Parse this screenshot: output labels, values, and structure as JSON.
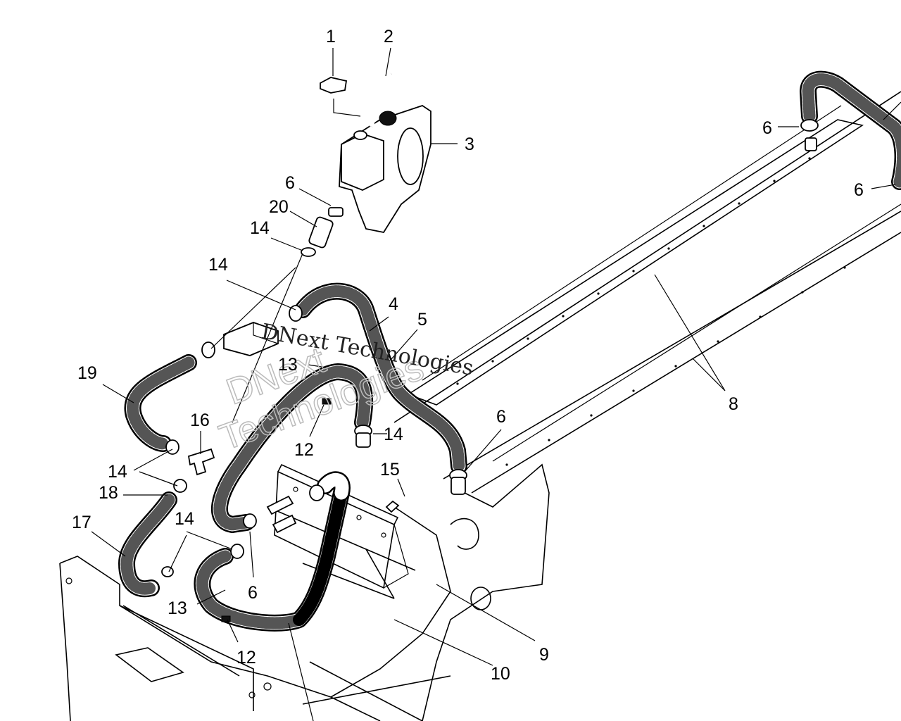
{
  "callouts": [
    {
      "id": "c1",
      "text": "1"
    },
    {
      "id": "c2",
      "text": "2"
    },
    {
      "id": "c3",
      "text": "3"
    },
    {
      "id": "c6a",
      "text": "6"
    },
    {
      "id": "c20",
      "text": "20"
    },
    {
      "id": "c14a",
      "text": "14"
    },
    {
      "id": "c14b",
      "text": "14"
    },
    {
      "id": "c4",
      "text": "4"
    },
    {
      "id": "c5",
      "text": "5"
    },
    {
      "id": "c13a",
      "text": "13"
    },
    {
      "id": "c19",
      "text": "19"
    },
    {
      "id": "c16",
      "text": "16"
    },
    {
      "id": "c12a",
      "text": "12"
    },
    {
      "id": "c14c",
      "text": "14"
    },
    {
      "id": "c14d",
      "text": "14"
    },
    {
      "id": "c18",
      "text": "18"
    },
    {
      "id": "c15",
      "text": "15"
    },
    {
      "id": "c6b",
      "text": "6"
    },
    {
      "id": "c17",
      "text": "17"
    },
    {
      "id": "c14e",
      "text": "14"
    },
    {
      "id": "c6c",
      "text": "6"
    },
    {
      "id": "c13b",
      "text": "13"
    },
    {
      "id": "c12b",
      "text": "12"
    },
    {
      "id": "c8",
      "text": "8"
    },
    {
      "id": "c6d",
      "text": "6"
    },
    {
      "id": "c6e",
      "text": "6"
    },
    {
      "id": "c9",
      "text": "9"
    },
    {
      "id": "c10",
      "text": "10"
    }
  ],
  "watermark": {
    "line1": "DNext Technologies",
    "line2a": "DNext",
    "line2b": "Technologies"
  }
}
